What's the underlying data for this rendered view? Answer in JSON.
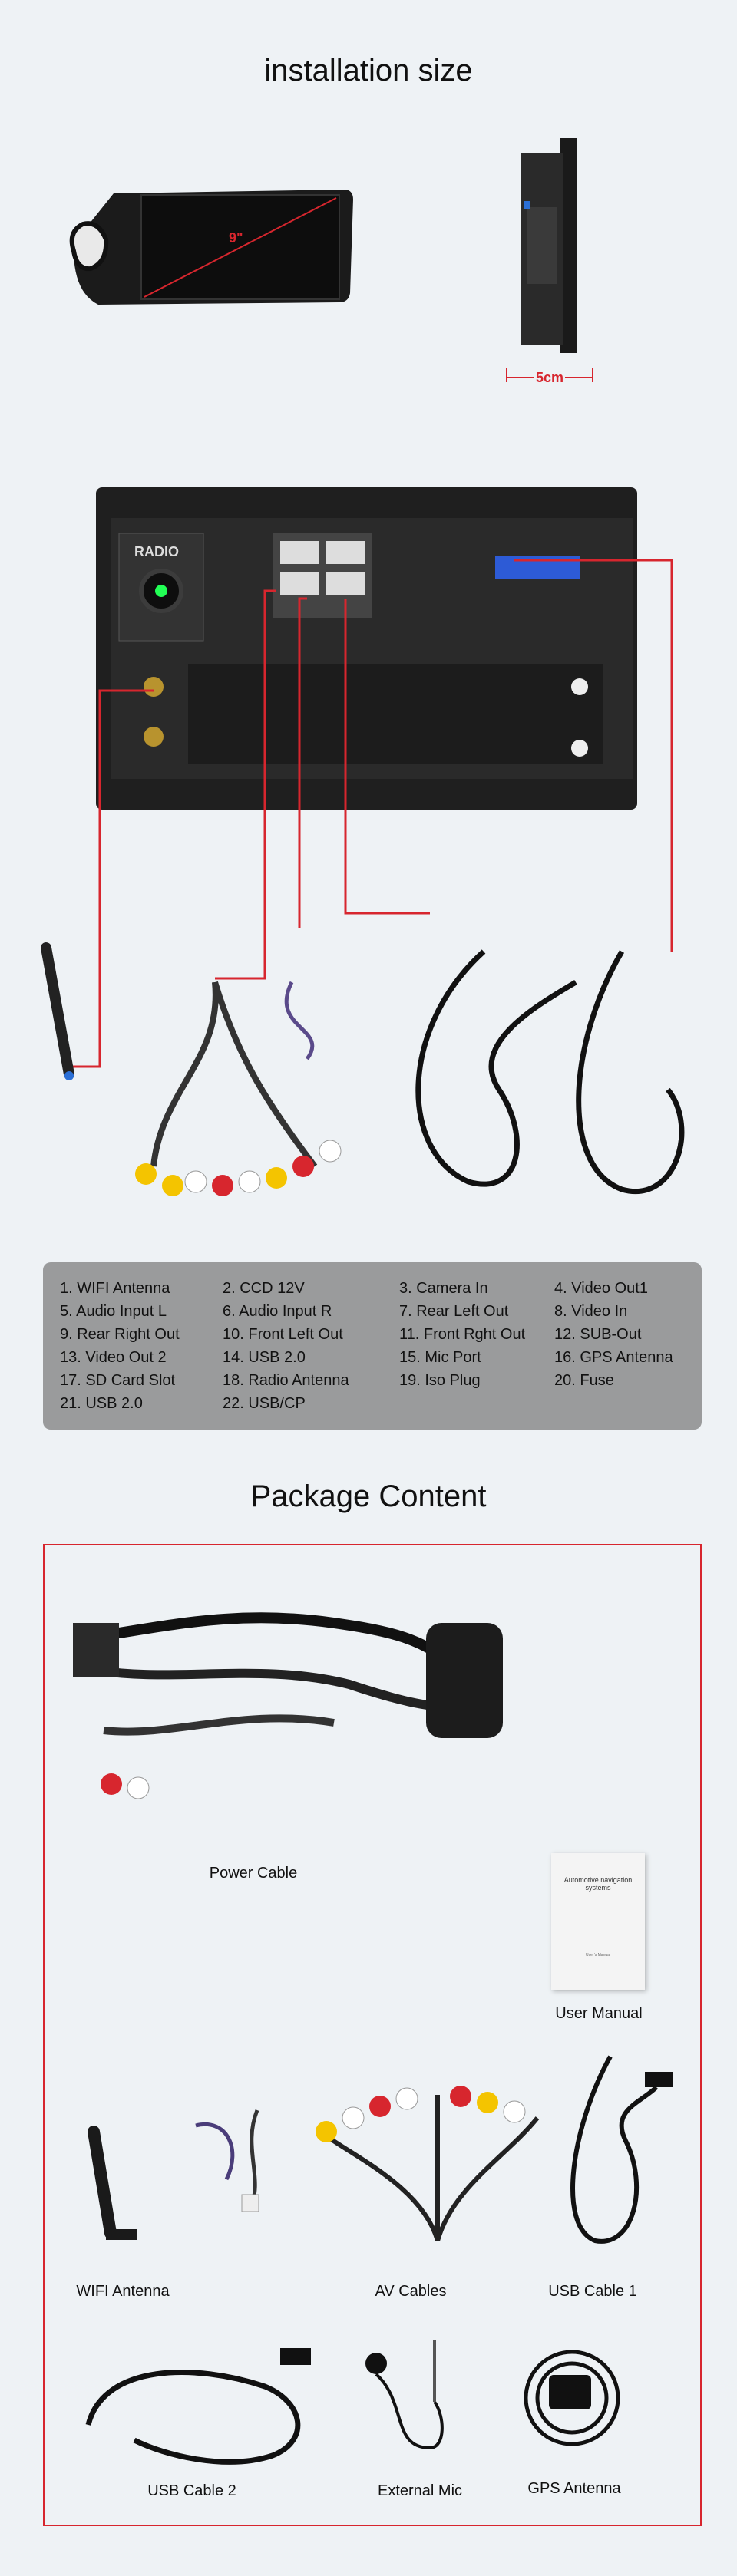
{
  "section1": {
    "title": "installation size"
  },
  "screen_size": "9\"",
  "depth_size": "5cm",
  "radio_logo": "RADIO",
  "spec_items": [
    "1. WIFI Antenna",
    "2. CCD 12V",
    "3. Camera In",
    "4. Video Out1",
    "5. Audio Input L",
    "6. Audio Input R",
    "7.  Rear Left Out",
    "8. Video In",
    "9. Rear Right Out",
    "10. Front Left Out",
    "11. Front Rght Out",
    "12. SUB-Out",
    "13. Video Out 2",
    "14. USB 2.0",
    "15. Mic  Port",
    "16. GPS Antenna",
    "17. SD Card Slot",
    "18. Radio Antenna",
    "19. Iso Plug",
    "20. Fuse",
    "21. USB 2.0",
    "22. USB/CP"
  ],
  "section2": {
    "title": "Package Content"
  },
  "package": {
    "power_cable": "Power Cable",
    "user_manual": "User Manual",
    "wifi_antenna": "WIFI Antenna",
    "av_cables": "AV Cables",
    "usb_cable_1": "USB Cable 1",
    "usb_cable_2": "USB Cable 2",
    "external_mic": "External Mic",
    "gps_antenna": "GPS Antenna"
  },
  "manual_cover": {
    "title": "Automotive navigation systems",
    "line1": "User’s Manual"
  },
  "colors": {
    "accent_red": "#d7262e",
    "spec_box": "#9a9b9c",
    "background": "#eef2f5"
  }
}
